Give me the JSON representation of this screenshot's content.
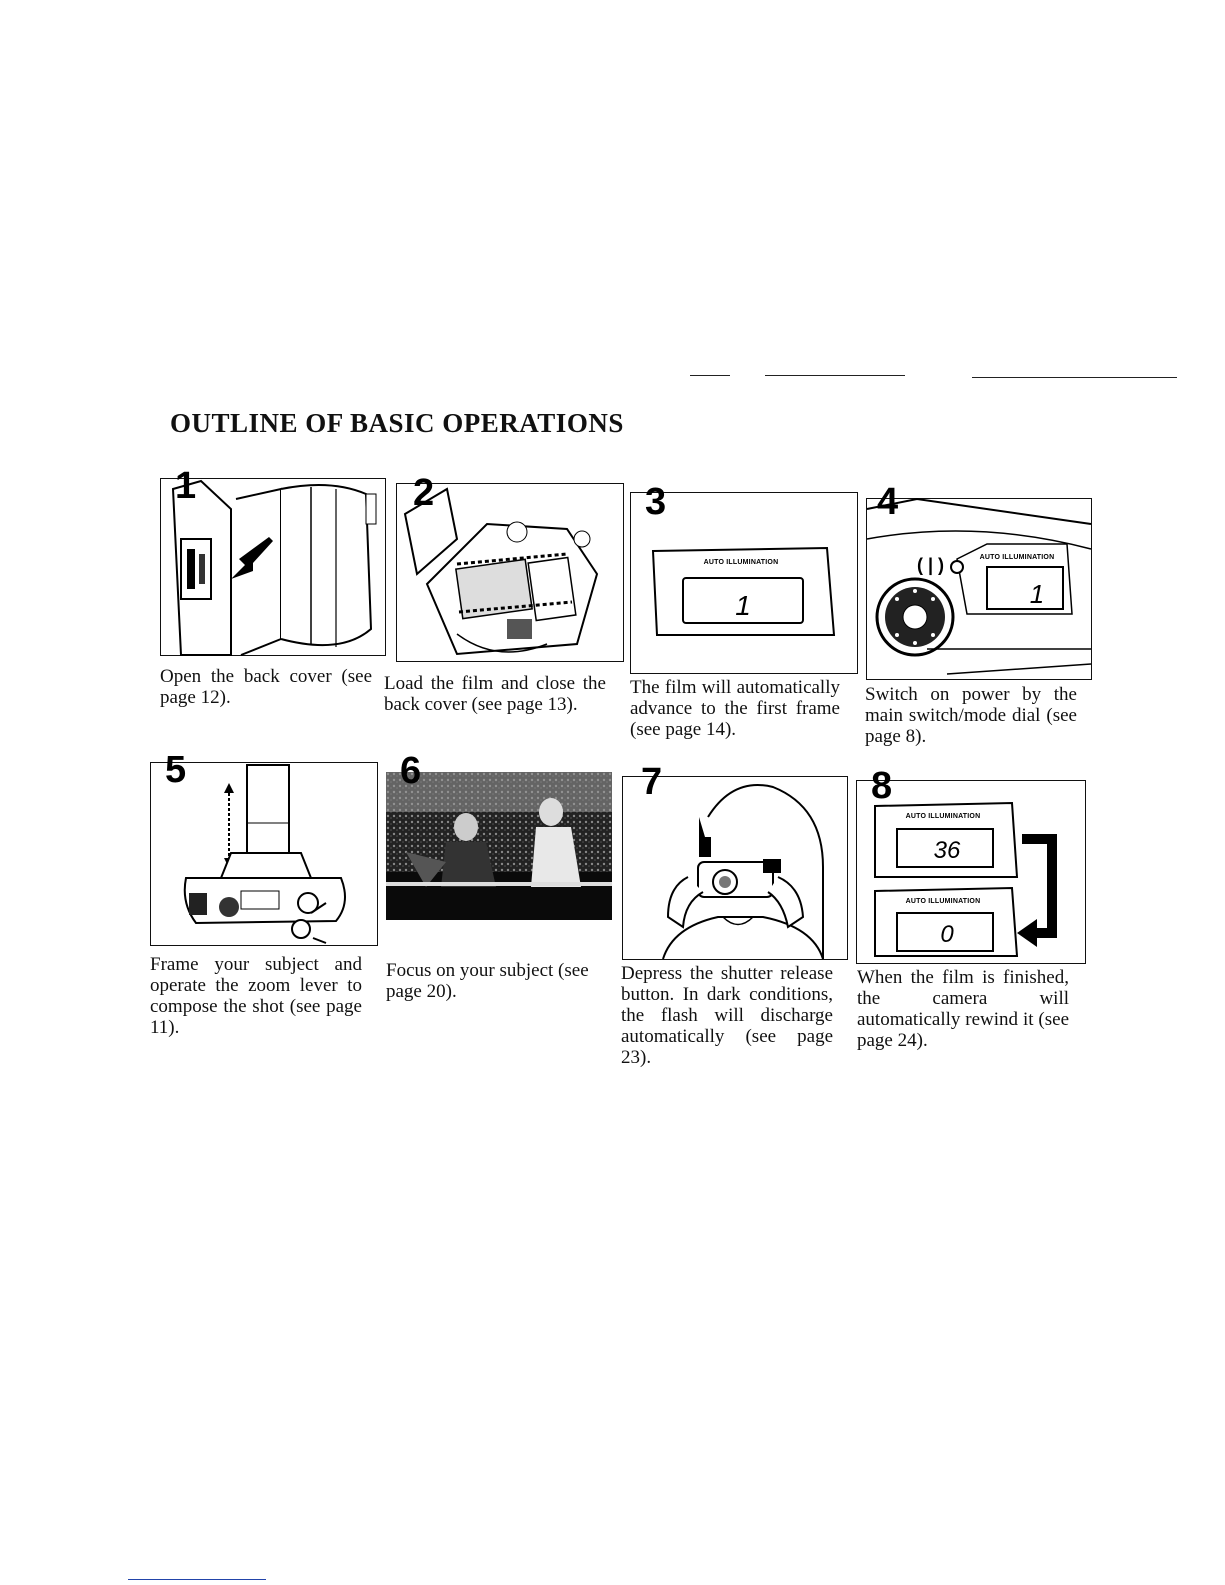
{
  "page": {
    "title": "OUTLINE OF BASIC OPERATIONS"
  },
  "steps": [
    {
      "num": "1",
      "caption": "Open the back cover (see page 12)."
    },
    {
      "num": "2",
      "caption": "Load the film and close the back cover (see page 13)."
    },
    {
      "num": "3",
      "caption": "The film will automatically advance to the first frame (see page 14).",
      "lcd_banner": "AUTO ILLUMINATION",
      "lcd_value": "1"
    },
    {
      "num": "4",
      "caption": "Switch on power by the main switch/mode dial (see page 8).",
      "lcd_banner": "AUTO ILLUMINATION",
      "lcd_value": "1"
    },
    {
      "num": "5",
      "caption": "Frame your subject and operate the zoom lever to compose the shot (see page 11)."
    },
    {
      "num": "6",
      "caption": "Focus on your subject (see page 20)."
    },
    {
      "num": "7",
      "caption": "Depress the shutter release button. In dark conditions, the flash will discharge automatically (see page 23)."
    },
    {
      "num": "8",
      "caption": "When the film is finished, the camera will automatically rewind it (see page 24).",
      "lcd_banner": "AUTO ILLUMINATION",
      "lcd_value_top": "36",
      "lcd_value_bottom": "0"
    }
  ]
}
